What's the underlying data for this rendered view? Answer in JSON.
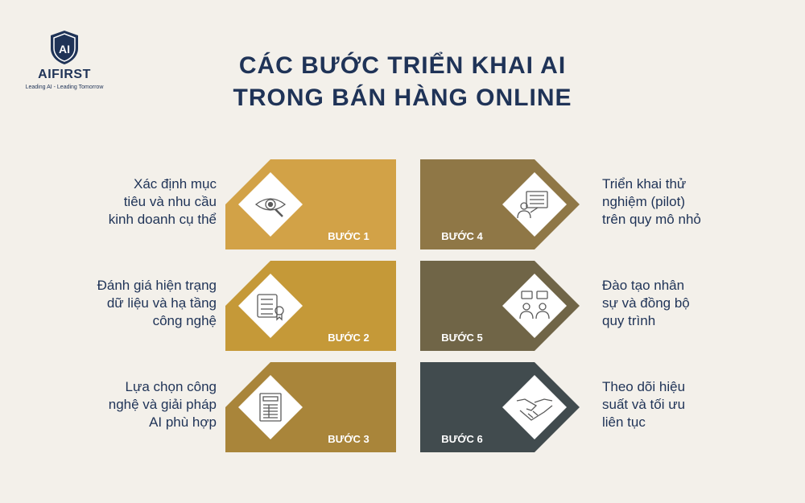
{
  "logo": {
    "mark": "AI",
    "name": "AIFIRST",
    "tagline": "Leading AI - Leading Tomorrow"
  },
  "title": {
    "line1": "CÁC BƯỚC TRIỂN KHAI AI",
    "line2": "TRONG BÁN HÀNG ONLINE"
  },
  "steps": [
    {
      "label": "BƯỚC 1",
      "icon": "eye-magnifier-icon",
      "color": "#d2a247",
      "side": "left",
      "lines": [
        "Xác định mục",
        "tiêu và nhu cầu",
        "kinh doanh cụ thể"
      ]
    },
    {
      "label": "BƯỚC 2",
      "icon": "certificate-icon",
      "color": "#c59938",
      "side": "left",
      "lines": [
        "Đánh giá hiện trạng",
        "dữ liệu và hạ tầng",
        "công nghệ"
      ]
    },
    {
      "label": "BƯỚC 3",
      "icon": "document-icon",
      "color": "#a9853a",
      "side": "left",
      "lines": [
        "Lựa chọn công",
        "nghệ và giải pháp",
        "AI phù hợp"
      ]
    },
    {
      "label": "BƯỚC 4",
      "icon": "presentation-icon",
      "color": "#8f7746",
      "side": "right",
      "lines": [
        "Triển khai thử",
        "nghiệm (pilot)",
        "trên quy mô nhỏ"
      ]
    },
    {
      "label": "BƯỚC 5",
      "icon": "people-chat-icon",
      "color": "#706547",
      "side": "right",
      "lines": [
        "Đào tạo nhân",
        "sự và đồng bộ",
        "quy trình"
      ]
    },
    {
      "label": "BƯỚC 6",
      "icon": "handshake-icon",
      "color": "#414b4e",
      "side": "right",
      "lines": [
        "Theo dõi hiệu",
        "suất và tối ưu",
        "liên tục"
      ]
    }
  ]
}
